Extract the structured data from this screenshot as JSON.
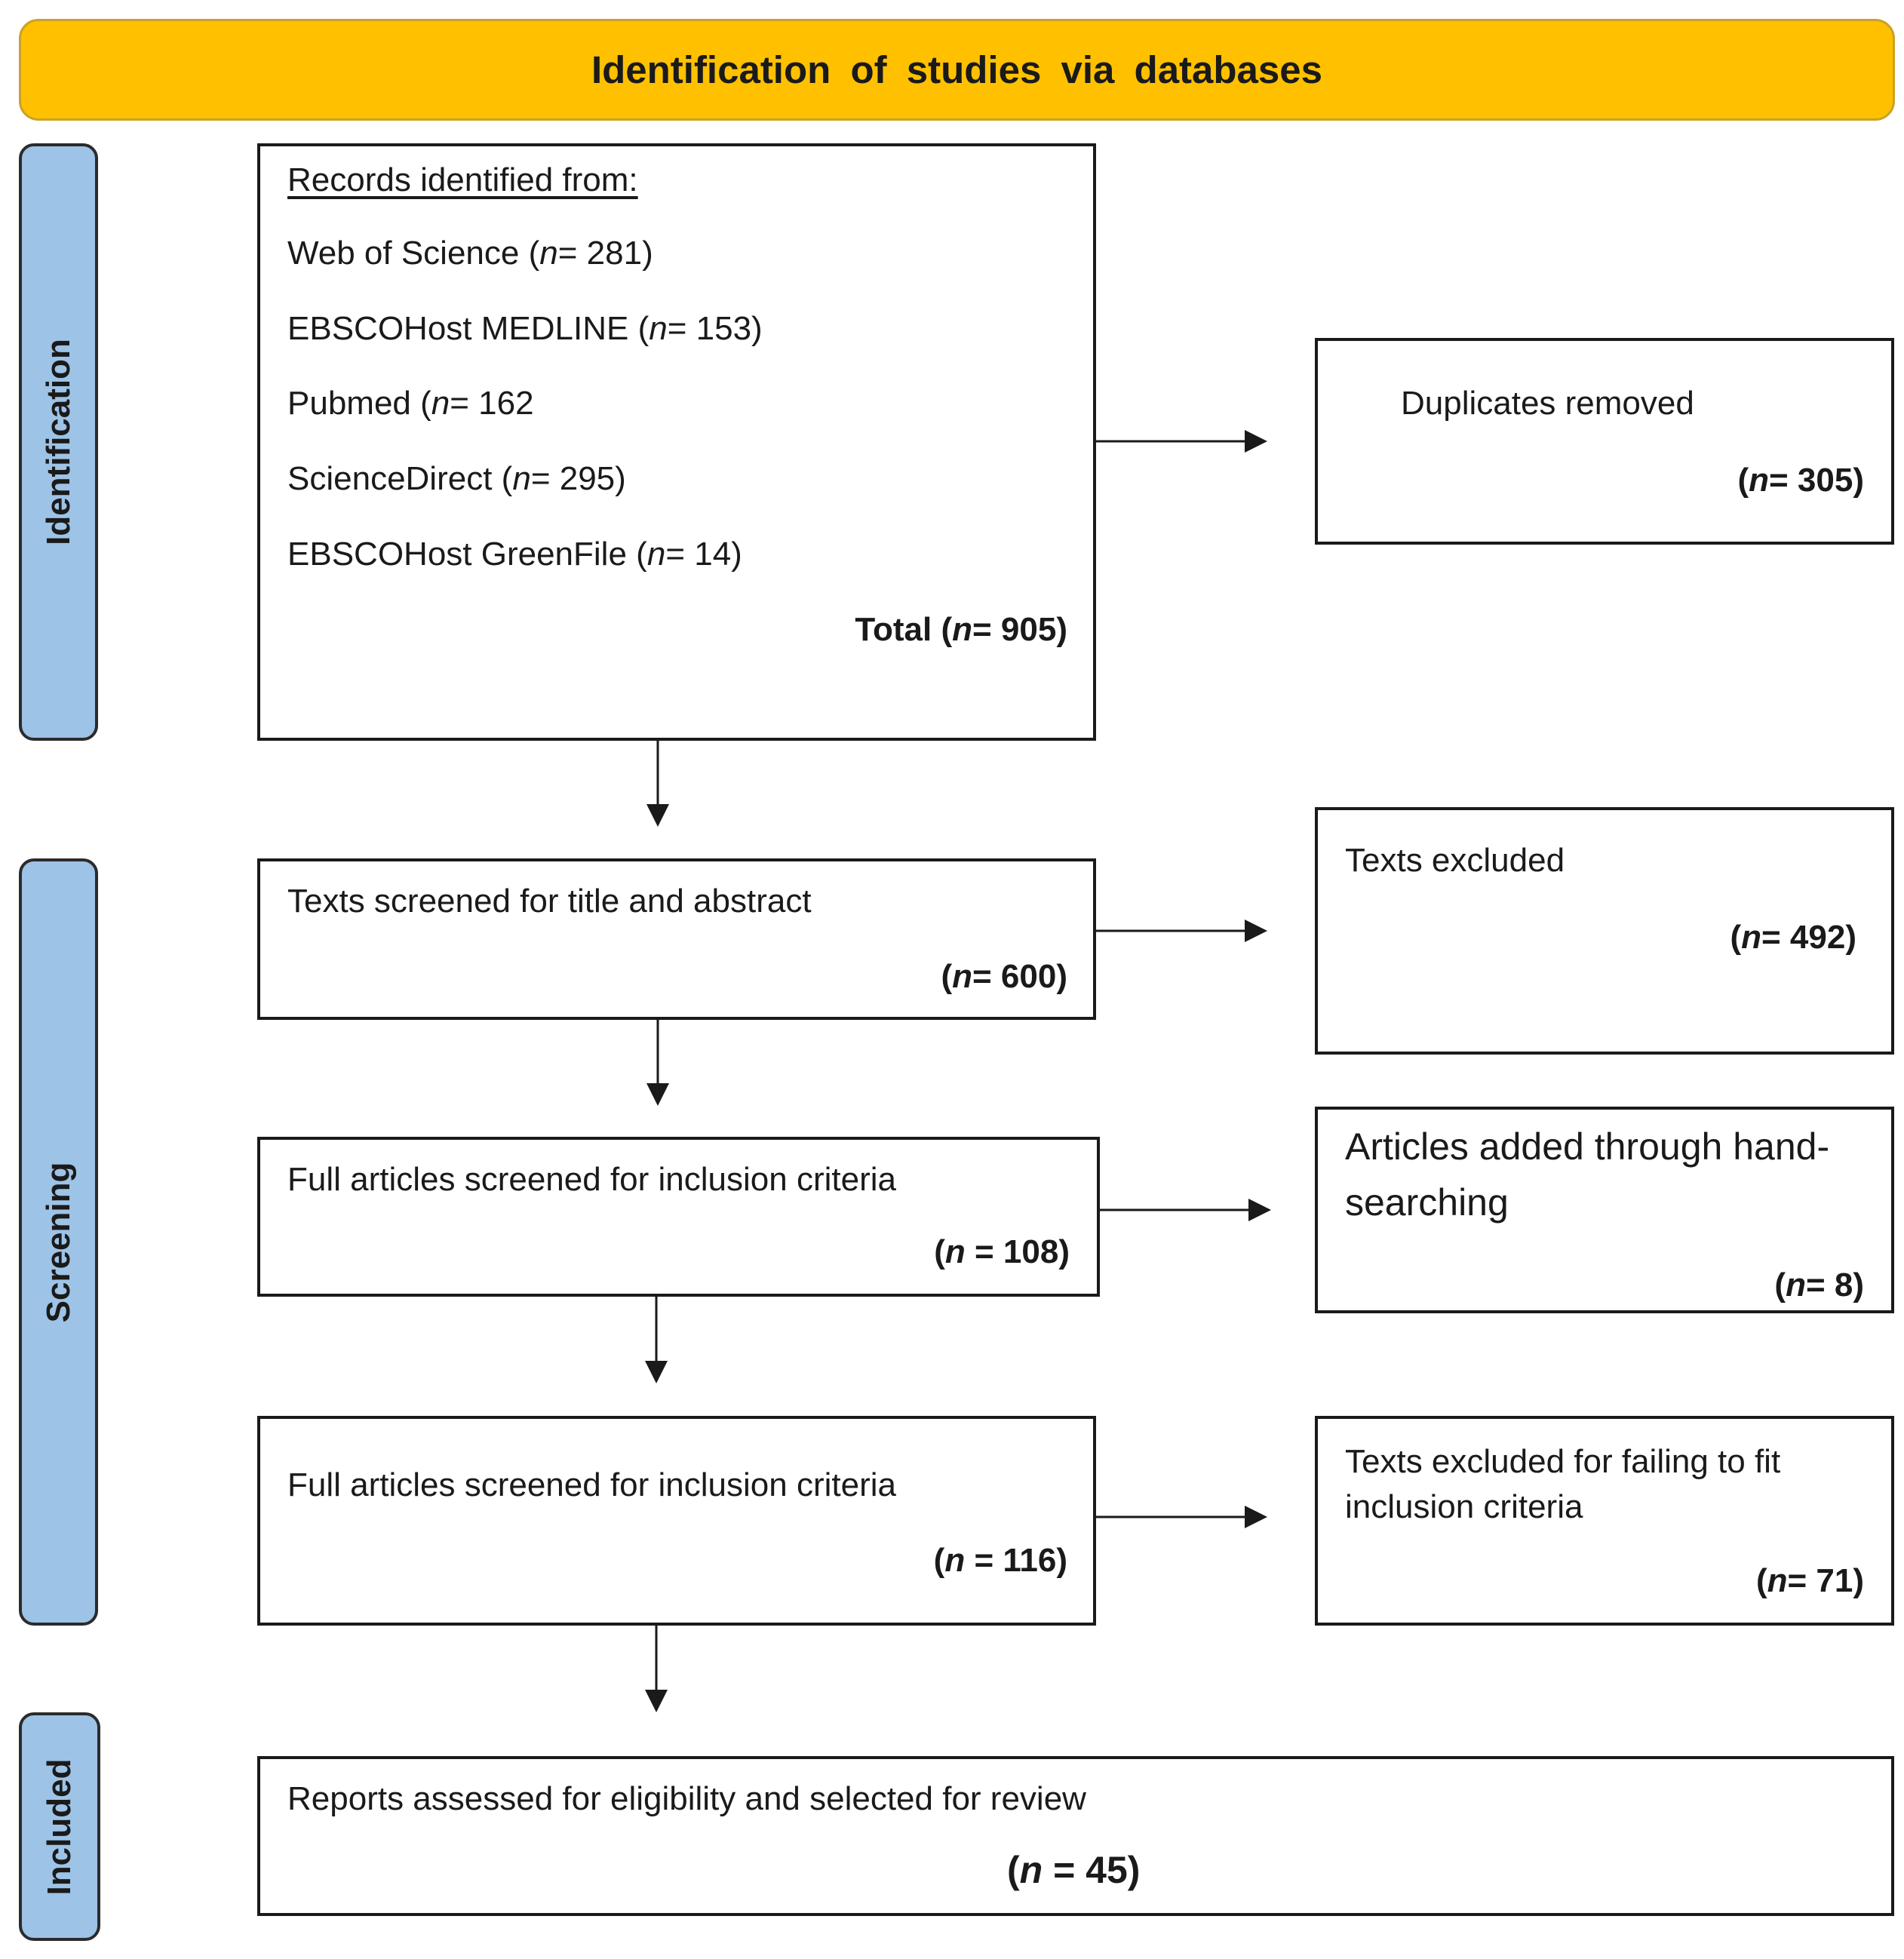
{
  "banner": {
    "title": "Identification  of studies  via databases"
  },
  "phases": {
    "identification": "Identification",
    "screening": "Screening",
    "included": "Included"
  },
  "records": {
    "header": "Records identified from:",
    "sources": [
      {
        "name": "Web of Science",
        "open": " (",
        "n": "n",
        "eq": "= 281)"
      },
      {
        "name": "EBSCOHost MEDLINE",
        "open": " (",
        "n": "n",
        "eq": "= 153)"
      },
      {
        "name": "Pubmed",
        "open": " (",
        "n": "n",
        "eq": "= 162"
      },
      {
        "name": "ScienceDirect",
        "open": " (",
        "n": "n",
        "eq": "= 295)"
      },
      {
        "name": "EBSCOHost GreenFile",
        "open": " (",
        "n": "n",
        "eq": "= 14)"
      }
    ],
    "total_prefix": "Total (",
    "total_n": "n",
    "total_eq": "= 905)"
  },
  "duplicates": {
    "label": "Duplicates removed",
    "open": "(",
    "n": "n",
    "eq": "= 305)"
  },
  "screened_title": {
    "label": "Texts screened for title  and abstract",
    "open": "(",
    "n": "n",
    "eq": "= 600)"
  },
  "excluded": {
    "label": "Texts excluded",
    "open": "(",
    "n": "n",
    "eq": "= 492)"
  },
  "full_1": {
    "label": "Full articles screened for inclusion criteria",
    "open": "(",
    "n": "n",
    "eq": " = 108)"
  },
  "hand_search": {
    "line1": "Articles added through hand-",
    "line2": "searching",
    "open": "(",
    "n": "n",
    "eq": "= 8)"
  },
  "full_2": {
    "label": "Full articles screened for inclusion criteria",
    "open": "(",
    "n": "n",
    "eq": " = 116)"
  },
  "excluded_fit": {
    "line1": "Texts excluded for failing to fit",
    "line2": "inclusion criteria",
    "open": "(",
    "n": "n",
    "eq": "= 71)"
  },
  "included_box": {
    "label": "Reports assessed for eligibility and  selected for review",
    "open": "(",
    "n": "n",
    "eq": " = 45)"
  },
  "colors": {
    "banner": "#ffc000",
    "phase": "#9dc3e6",
    "border": "#1a1a1a"
  }
}
